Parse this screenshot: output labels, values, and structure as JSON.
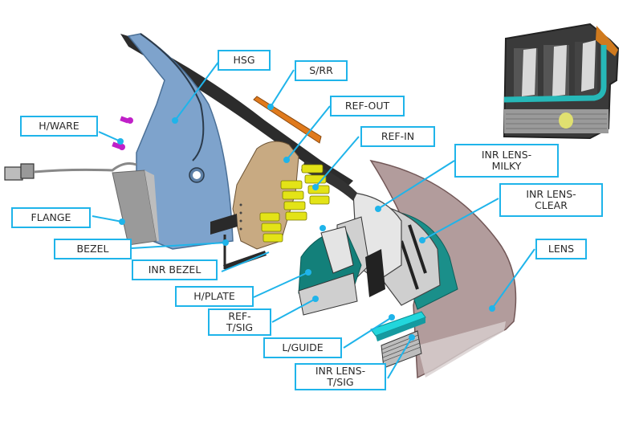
{
  "diagram": {
    "title": "Rear combination lamp exploded view",
    "accent_color": "#1fb4ea",
    "labels": [
      {
        "id": "hsg",
        "text": "HSG"
      },
      {
        "id": "srr",
        "text": "S/RR"
      },
      {
        "id": "ref-out",
        "text": "REF-OUT"
      },
      {
        "id": "ref-in",
        "text": "REF-IN"
      },
      {
        "id": "hware",
        "text": "H/WARE"
      },
      {
        "id": "inr-lens-milky",
        "text": "INR LENS-\nMILKY"
      },
      {
        "id": "inr-lens-clear",
        "text": "INR LENS-\nCLEAR"
      },
      {
        "id": "flange",
        "text": "FLANGE"
      },
      {
        "id": "bezel",
        "text": "BEZEL"
      },
      {
        "id": "lens",
        "text": "LENS"
      },
      {
        "id": "inr-bezel",
        "text": "INR BEZEL"
      },
      {
        "id": "hplate",
        "text": "H/PLATE"
      },
      {
        "id": "ref-tsig",
        "text": "REF-\nT/SIG"
      },
      {
        "id": "lguide",
        "text": "L/GUIDE"
      },
      {
        "id": "inr-lens-tsig",
        "text": "INR LENS-\nT/SIG"
      }
    ],
    "parts": {
      "housing_color": "#7ea3cc",
      "reflector_color": "#c8aa82",
      "bulb_color": "#e3e317",
      "srr_color": "#e07a1c",
      "lens_color": "#9c7f80",
      "teal_color": "#1a8f8a",
      "cyan_color": "#22d6dc",
      "hardware_color": "#c020c8",
      "flange_color": "#9a9a9a"
    }
  }
}
